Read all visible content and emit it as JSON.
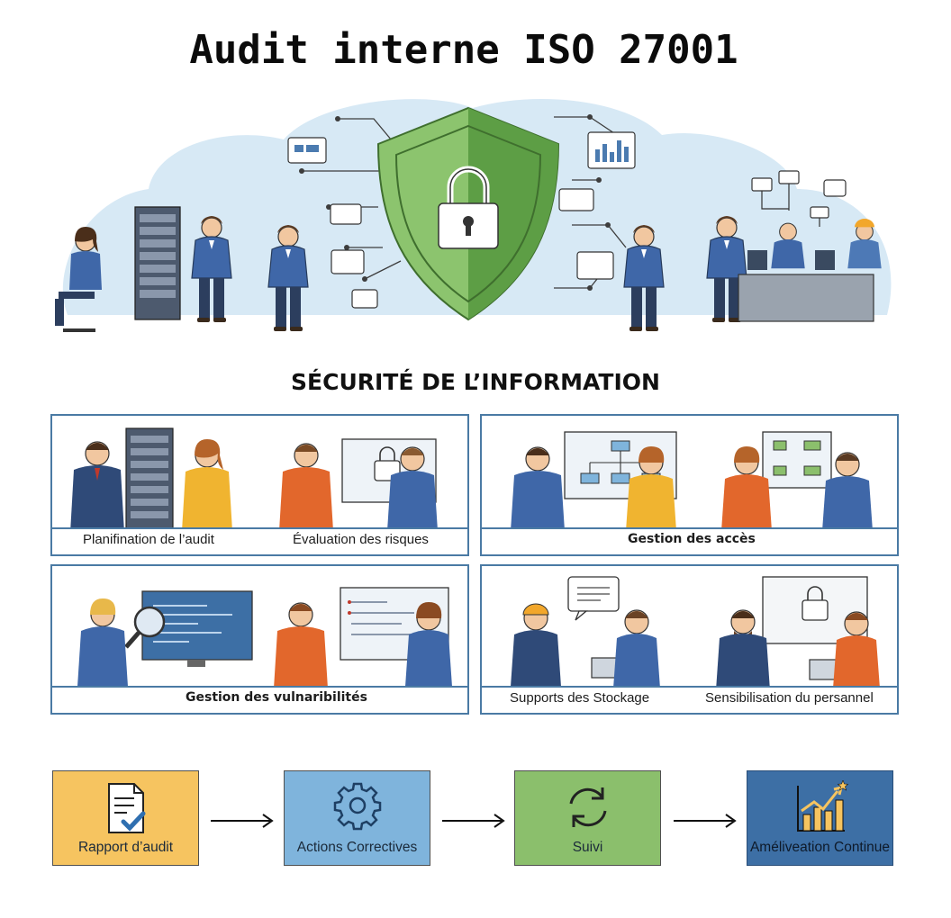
{
  "title": "Audit interne ISO 27001",
  "subtitle": "SÉCURITÉ DE L’INFORMATION",
  "panels": {
    "top_left": {
      "left_caption": "Planifination de l’audit",
      "right_caption": "Évaluation des risques"
    },
    "top_right": {
      "caption": "Gestion des accès"
    },
    "bottom_left": {
      "caption": "Gestion des vulnaribilités"
    },
    "bottom_right": {
      "left_caption": "Supports des Stockage",
      "right_caption": "Sensibilisation du persannel"
    }
  },
  "process": [
    {
      "label": "Rapport d’audit",
      "icon": "report-check-icon",
      "color": "#f6c460"
    },
    {
      "label": "Actions Correctives",
      "icon": "gear-icon",
      "color": "#7fb4dc"
    },
    {
      "label": "Suivi",
      "icon": "refresh-cycle-icon",
      "color": "#8bbf6c"
    },
    {
      "label": "Améliveation Continue",
      "icon": "growth-chart-icon",
      "color": "#3d6fa5"
    }
  ],
  "colors": {
    "panel_border": "#4a7aa4",
    "shield_light": "#8cc46e",
    "shield_dark": "#4f8f3d",
    "cloud": "#d7e9f5"
  }
}
